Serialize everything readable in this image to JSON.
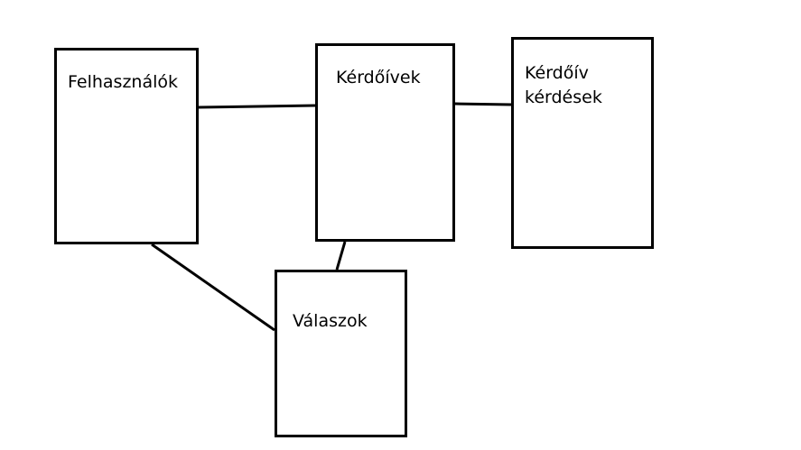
{
  "entities": {
    "felhasznalok": "Felhasználók",
    "kerdoivek": "Kérdőívek",
    "kerdoiv_kerdesek_line1": "Kérdőív",
    "kerdoiv_kerdesek_line2": "kérdések",
    "valaszok": "Válaszok"
  },
  "connections": [
    {
      "from": "Felhasználók",
      "to": "Kérdőívek"
    },
    {
      "from": "Kérdőívek",
      "to": "Kérdőív kérdések"
    },
    {
      "from": "Kérdőívek",
      "to": "Válaszok"
    },
    {
      "from": "Felhasználók",
      "to": "Válaszok"
    }
  ],
  "colors": {
    "stroke": "#000000",
    "background": "#ffffff"
  }
}
